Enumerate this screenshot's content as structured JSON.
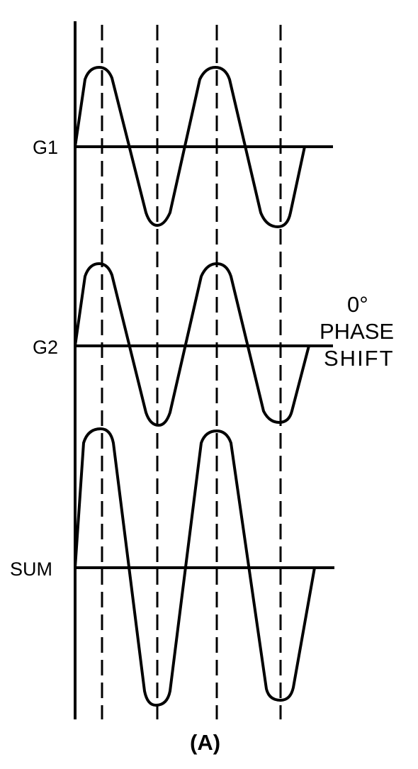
{
  "traces": {
    "g1": {
      "label": "G1"
    },
    "g2": {
      "label": "G2"
    },
    "sum": {
      "label": "SUM"
    }
  },
  "annotation": {
    "line1": "0°",
    "line2": "PHASE",
    "line3": "SHIFT"
  },
  "caption": "(A)",
  "colors": {
    "ink": "#000000",
    "background": "#ffffff"
  }
}
